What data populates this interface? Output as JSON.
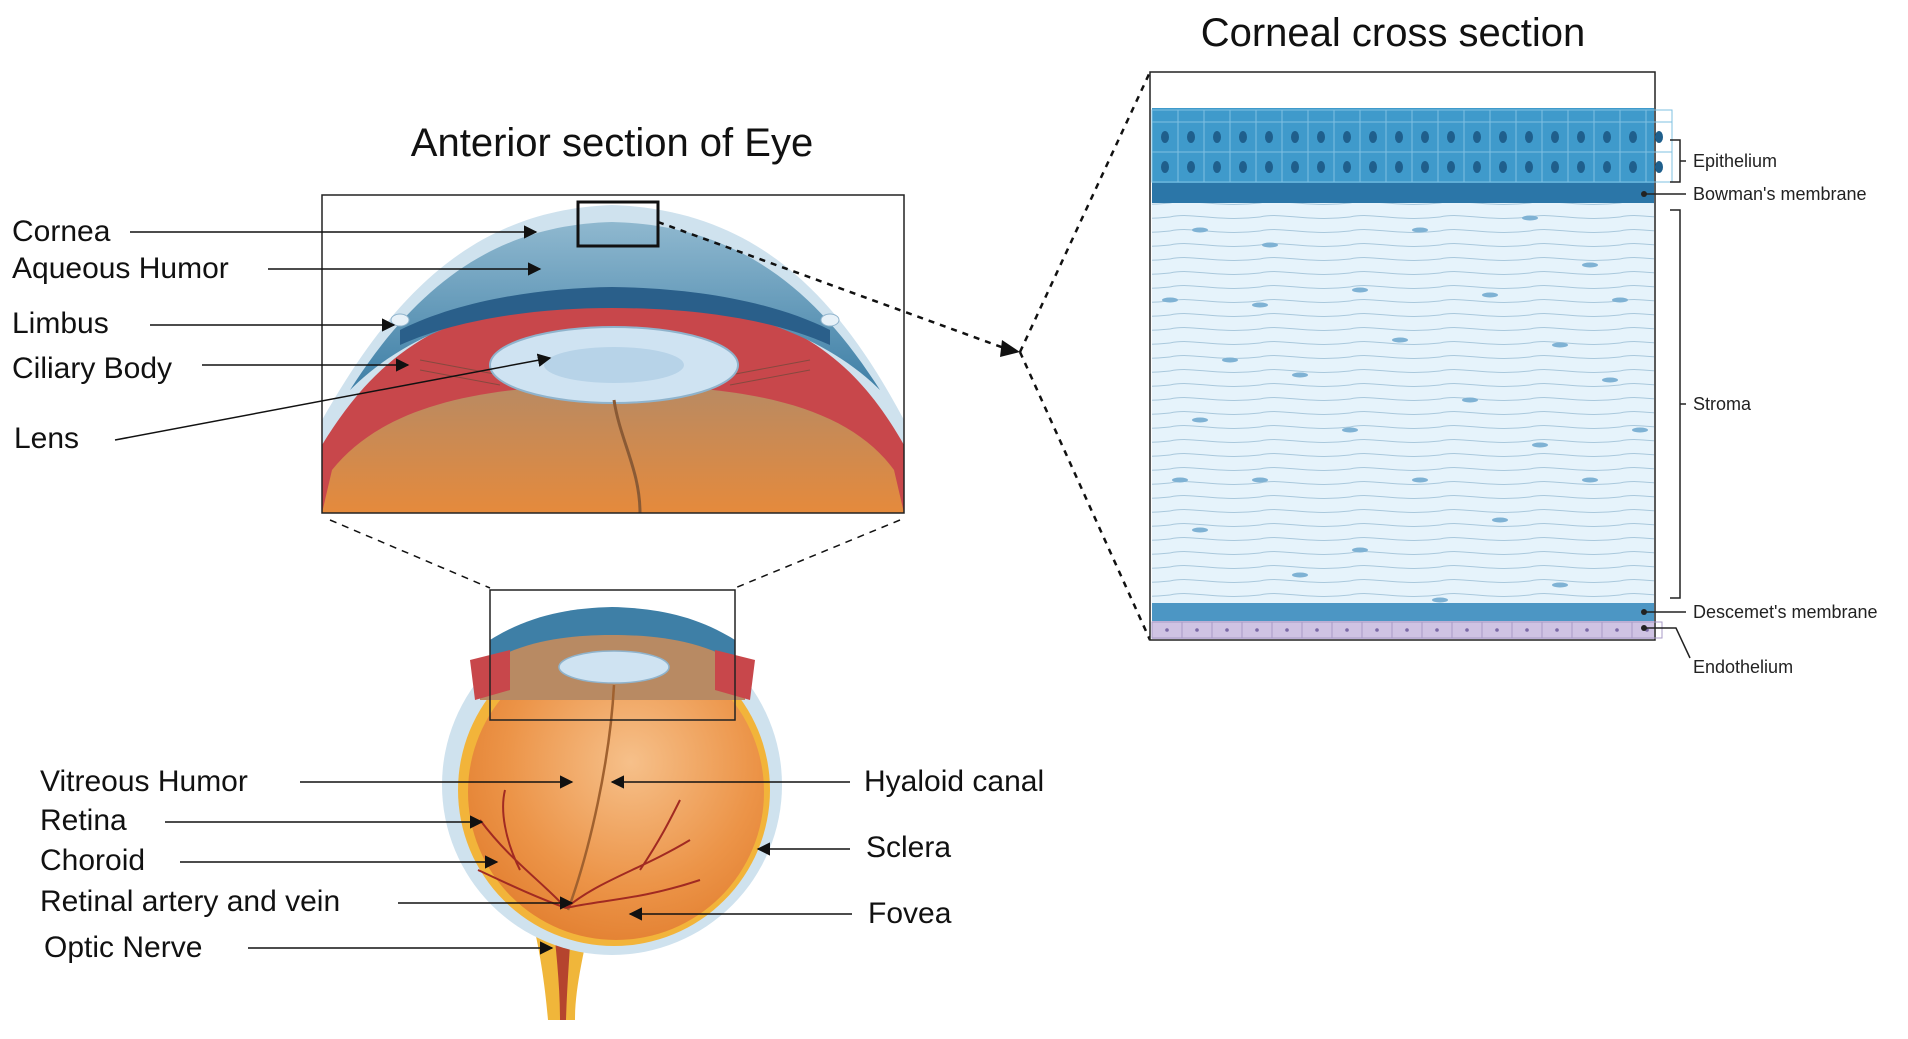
{
  "titles": {
    "anterior": "Anterior section of Eye",
    "corneal": "Corneal cross section"
  },
  "anterior_labels": {
    "cornea": "Cornea",
    "aqueous_humor": "Aqueous Humor",
    "limbus": "Limbus",
    "ciliary_body": "Ciliary Body",
    "lens": "Lens"
  },
  "eye_labels_left": {
    "vitreous_humor": "Vitreous Humor",
    "retina": "Retina",
    "choroid": "Choroid",
    "retinal_artery_vein": "Retinal artery and vein",
    "optic_nerve": "Optic Nerve"
  },
  "eye_labels_right": {
    "hyaloid_canal": "Hyaloid canal",
    "sclera": "Sclera",
    "fovea": "Fovea"
  },
  "cornea_layers": {
    "epithelium": "Epithelium",
    "bowmans": "Bowman's membrane",
    "stroma": "Stroma",
    "descemets": "Descemet's membrane",
    "endothelium": "Endothelium"
  },
  "colors": {
    "cornea_blue": "#3f8fbf",
    "stroma_bg": "#e6f3fb",
    "endothelium": "#cfc3e3",
    "lens": "#cfe3f2",
    "ciliary": "#c8474b",
    "vitreous": "#e98a3a",
    "sclera": "#cfe2ee",
    "optic_nerve": "#f0b63a"
  }
}
